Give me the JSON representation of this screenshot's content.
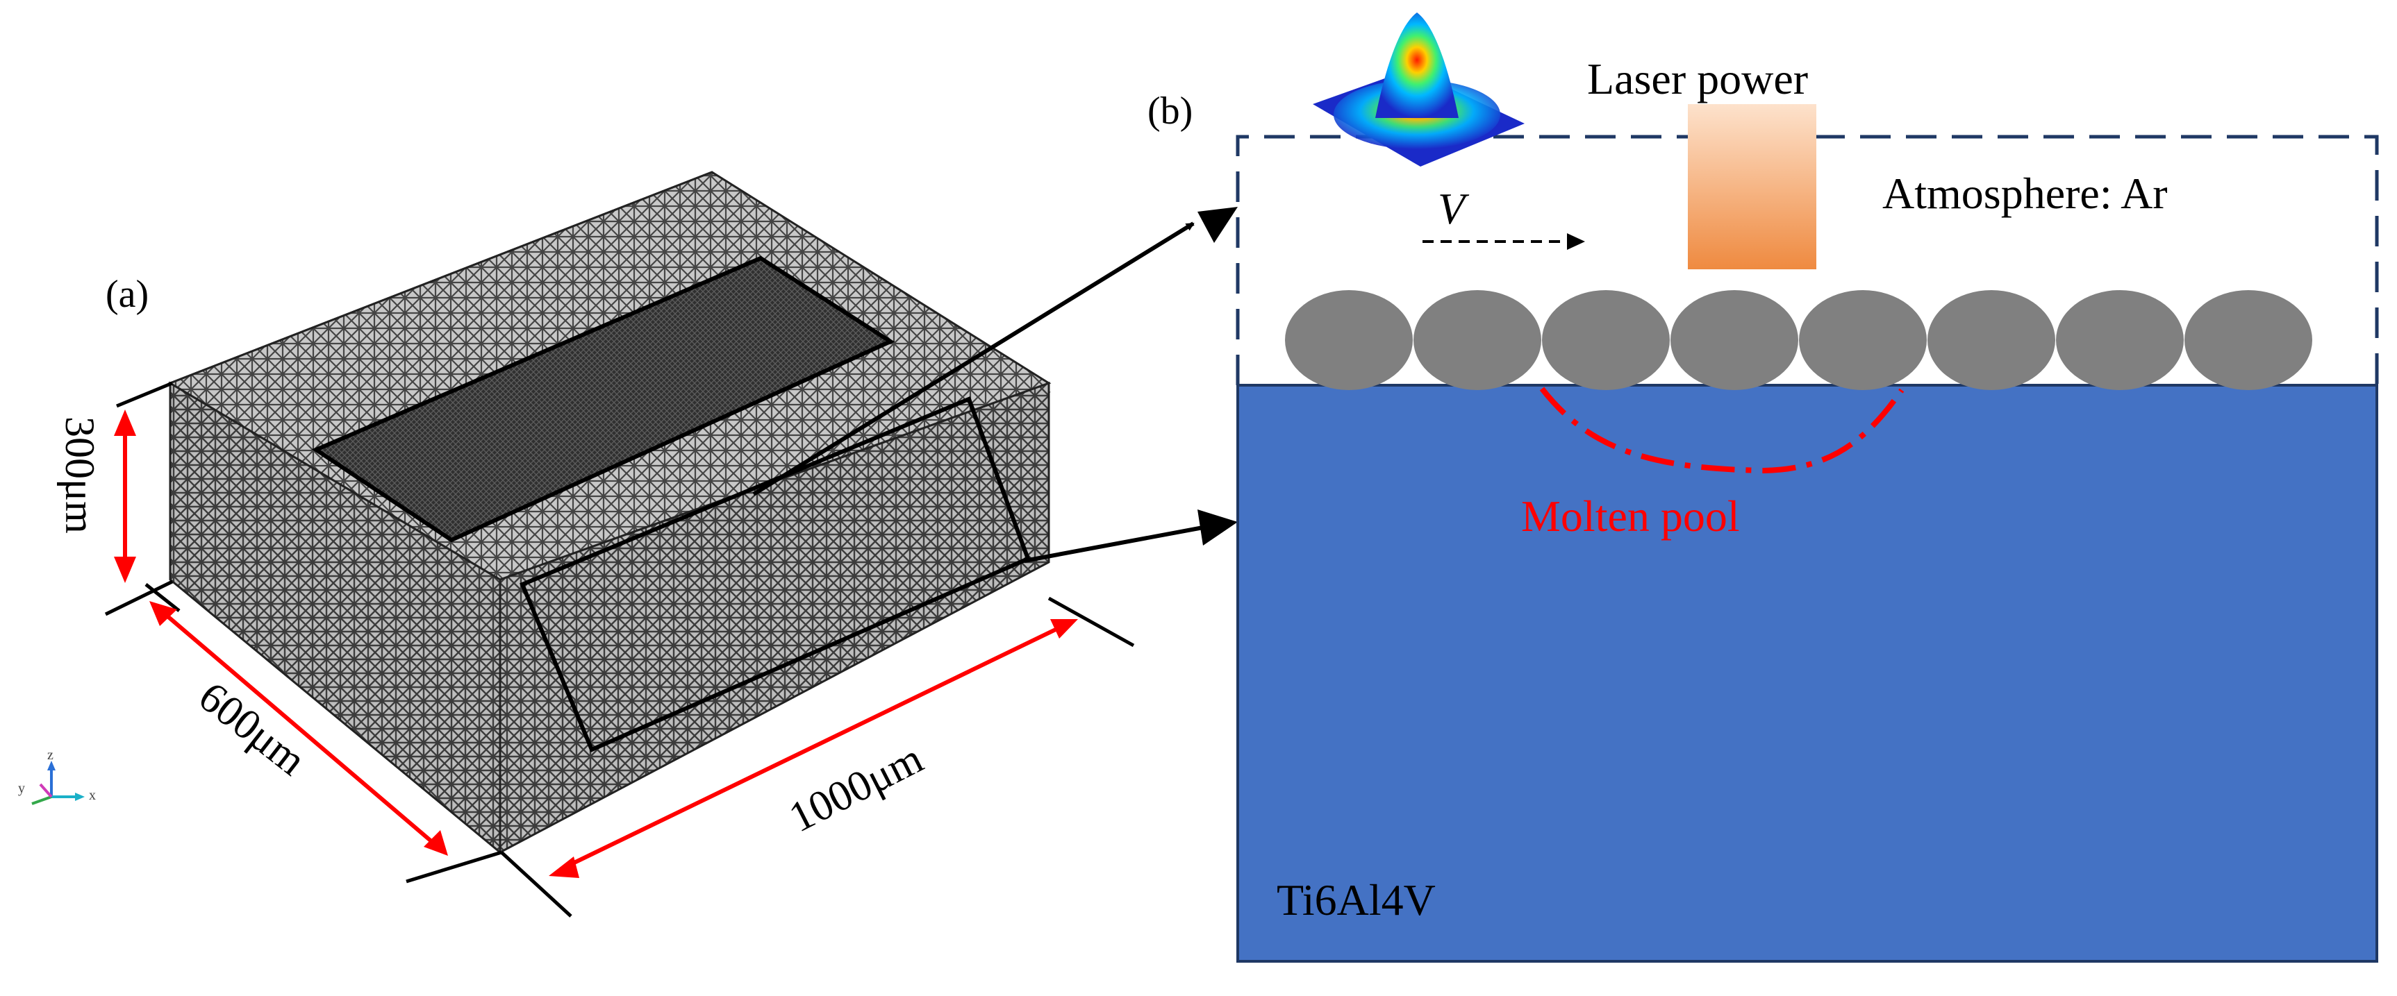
{
  "panel_a": {
    "label": "(a)",
    "dim_height": "300μm",
    "dim_width": "600μm",
    "dim_length": "1000μm",
    "axis_triad": {
      "z": "z",
      "y": "y",
      "x": "x"
    }
  },
  "panel_b": {
    "label": "(b)",
    "laser_label": "Laser power",
    "velocity_label": "V",
    "atmosphere_label": "Atmosphere: Ar",
    "pool_label": "Molten pool",
    "substrate_label": "Ti6Al4V",
    "powder_particle_count": 8
  },
  "colors": {
    "substrate": "#4472c4",
    "powder": "#808080",
    "laser_beam_top": "#fde2cc",
    "laser_beam_bottom": "#ef8a40",
    "dimension_arrows": "#ff0000",
    "molten_pool": "#ff0000",
    "domain_border": "#1f3864",
    "mesh_block": "#3a3a3a"
  },
  "icons": [
    "gaussian-heat-source-icon",
    "axis-triad-icon"
  ]
}
